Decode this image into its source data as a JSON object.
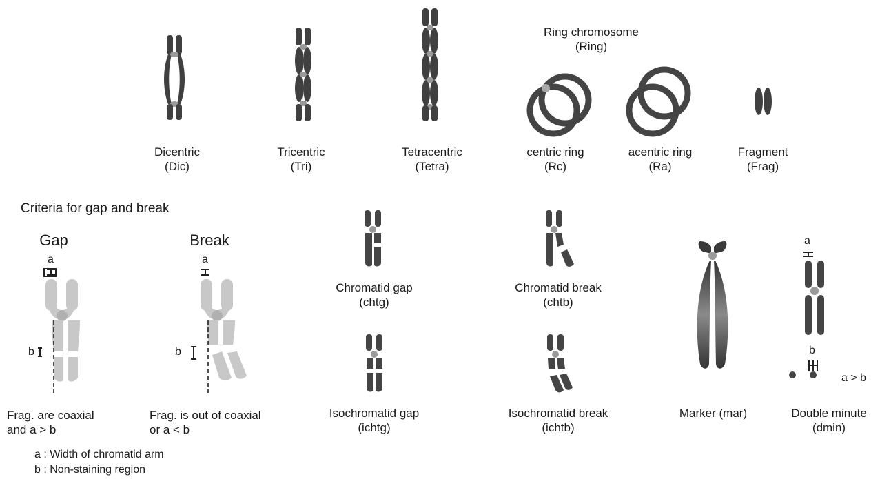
{
  "ring_header": {
    "line1": "Ring chromosome",
    "line2": "(Ring)"
  },
  "top_labels": [
    {
      "id": "dic",
      "line1": "Dicentric",
      "line2": "(Dic)"
    },
    {
      "id": "tri",
      "line1": "Tricentric",
      "line2": "(Tri)"
    },
    {
      "id": "tetra",
      "line1": "Tetracentric",
      "line2": "(Tetra)"
    },
    {
      "id": "rc",
      "line1": "centric ring",
      "line2": "(Rc)"
    },
    {
      "id": "ra",
      "line1": "acentric ring",
      "line2": "(Ra)"
    },
    {
      "id": "frag",
      "line1": "Fragment",
      "line2": "(Frag)"
    }
  ],
  "criteria_title": "Criteria for gap and break",
  "gap_header": "Gap",
  "break_header": "Break",
  "marks": {
    "a": "a",
    "b": "b"
  },
  "gap_caption": {
    "line1": "Frag. are coaxial",
    "line2": "and a > b"
  },
  "break_caption": {
    "line1": "Frag. is out of coaxial",
    "line2": "or a < b"
  },
  "mid_labels": [
    {
      "id": "chtg",
      "line1": "Chromatid gap",
      "line2": "(chtg)"
    },
    {
      "id": "chtb",
      "line1": "Chromatid break",
      "line2": "(chtb)"
    },
    {
      "id": "ichtg",
      "line1": "Isochromatid gap",
      "line2": "(ichtg)"
    },
    {
      "id": "ichtb",
      "line1": "Isochromatid break",
      "line2": "(ichtb)"
    },
    {
      "id": "mar",
      "line1": "Marker (mar)",
      "line2": ""
    },
    {
      "id": "dmin",
      "line1": "Double minute",
      "line2": "(dmin)"
    }
  ],
  "dmin_relation": "a > b",
  "legend": [
    {
      "key": "a",
      "text": "a : Width of chromatid arm"
    },
    {
      "key": "b",
      "text": "b : Non-staining region"
    }
  ],
  "colors": {
    "dark": "#3f3f3f",
    "light_gray": "#c8c8c8",
    "text": "#1a1a1a"
  }
}
